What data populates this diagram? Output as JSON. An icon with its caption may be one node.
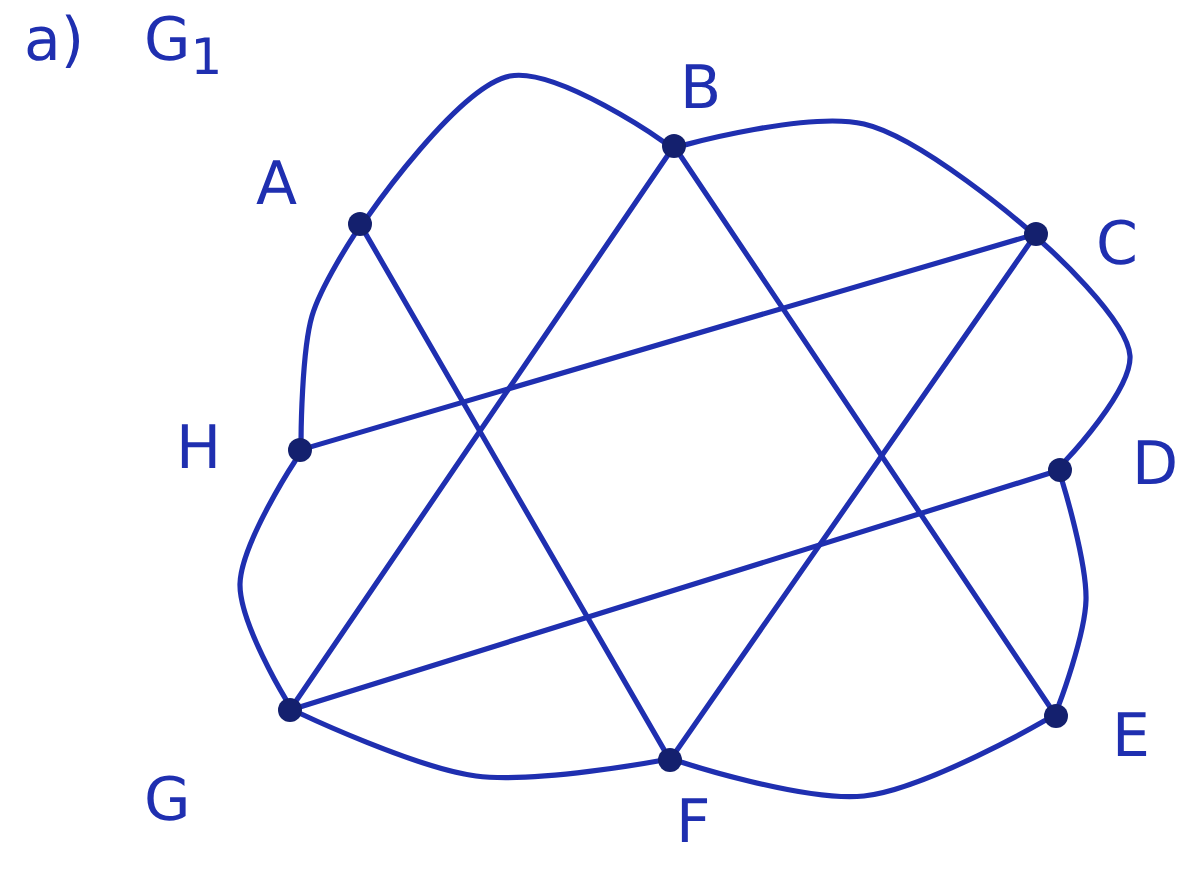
{
  "diagram": {
    "nodes": [
      {
        "text": [
          "A"
        ]
      },
      {
        "text": [
          "B"
        ]
      },
      {
        "text": [
          "C"
        ]
      },
      {
        "text": [
          "D"
        ]
      },
      {
        "text": [
          "E"
        ]
      },
      {
        "text": [
          "F"
        ]
      },
      {
        "text": [
          "G"
        ]
      },
      {
        "text": [
          "H"
        ]
      }
    ],
    "edges": [
      {
        "from": 0,
        "to": 1,
        "arrow": "none"
      },
      {
        "from": 1,
        "to": 2,
        "arrow": "none"
      },
      {
        "from": 2,
        "to": 3,
        "arrow": "none"
      },
      {
        "from": 3,
        "to": 4,
        "arrow": "none"
      },
      {
        "from": 4,
        "to": 5,
        "arrow": "none"
      },
      {
        "from": 5,
        "to": 6,
        "arrow": "none"
      },
      {
        "from": 6,
        "to": 7,
        "arrow": "none"
      },
      {
        "from": 7,
        "to": 0,
        "arrow": "none"
      },
      {
        "from": 0,
        "to": 5,
        "arrow": "none"
      },
      {
        "from": 1,
        "to": 6,
        "arrow": "none"
      },
      {
        "from": 1,
        "to": 4,
        "arrow": "none"
      },
      {
        "from": 2,
        "to": 7,
        "arrow": "none"
      },
      {
        "from": 2,
        "to": 5,
        "arrow": "none"
      },
      {
        "from": 3,
        "to": 6,
        "arrow": "none"
      }
    ],
    "labels": [
      "a)",
      "G$_{1}$"
    ]
  }
}
